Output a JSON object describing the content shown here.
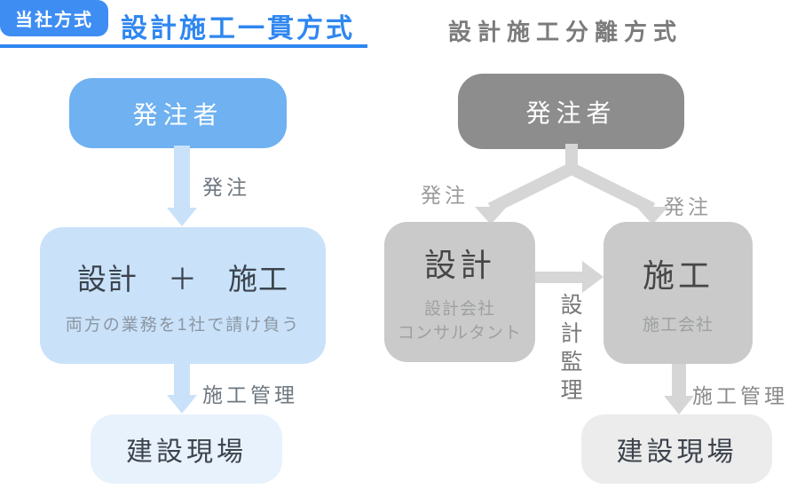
{
  "left_column": {
    "badge": "当社方式",
    "title": "設計施工一貫方式",
    "client_box": "発注者",
    "order_label": "発注",
    "main_box": {
      "title": "設計　＋　施工",
      "subtitle": "両方の業務を1社で請け負う"
    },
    "manage_label": "施工管理",
    "site_box": "建設現場"
  },
  "right_column": {
    "title": "設計施工分離方式",
    "client_box": "発注者",
    "order_label_left": "発注",
    "order_label_right": "発注",
    "design_box": {
      "title": "設計",
      "subtitle": "設計会社\nコンサルタント"
    },
    "construction_box": {
      "title": "施工",
      "subtitle": "施工会社"
    },
    "supervision_label": "設計監理",
    "manage_label": "施工管理",
    "site_box": "建設現場"
  },
  "colors": {
    "accent_blue": "#2F87F0",
    "badge_blue": "#3E8DF3",
    "box_blue_strong": "#6FB1F1",
    "box_blue_light": "#C9E2FA",
    "box_blue_pale": "#E8F2FD",
    "arrow_blue": "#C9E2FA",
    "gray_box_strong": "#8D8D8D",
    "gray_box_mid": "#CACACA",
    "gray_box_pale": "#ECECEC",
    "arrow_gray": "#D6D6D6",
    "text_dark": "#3C434D",
    "label_slate": "#6E7780",
    "label_gray": "#9A9A9A",
    "subtitle_blue_gray": "#8C96A2",
    "subtitle_gray": "#9EA0A2",
    "title_gray": "#7B7B7B",
    "supervision_gray": "#787878"
  }
}
